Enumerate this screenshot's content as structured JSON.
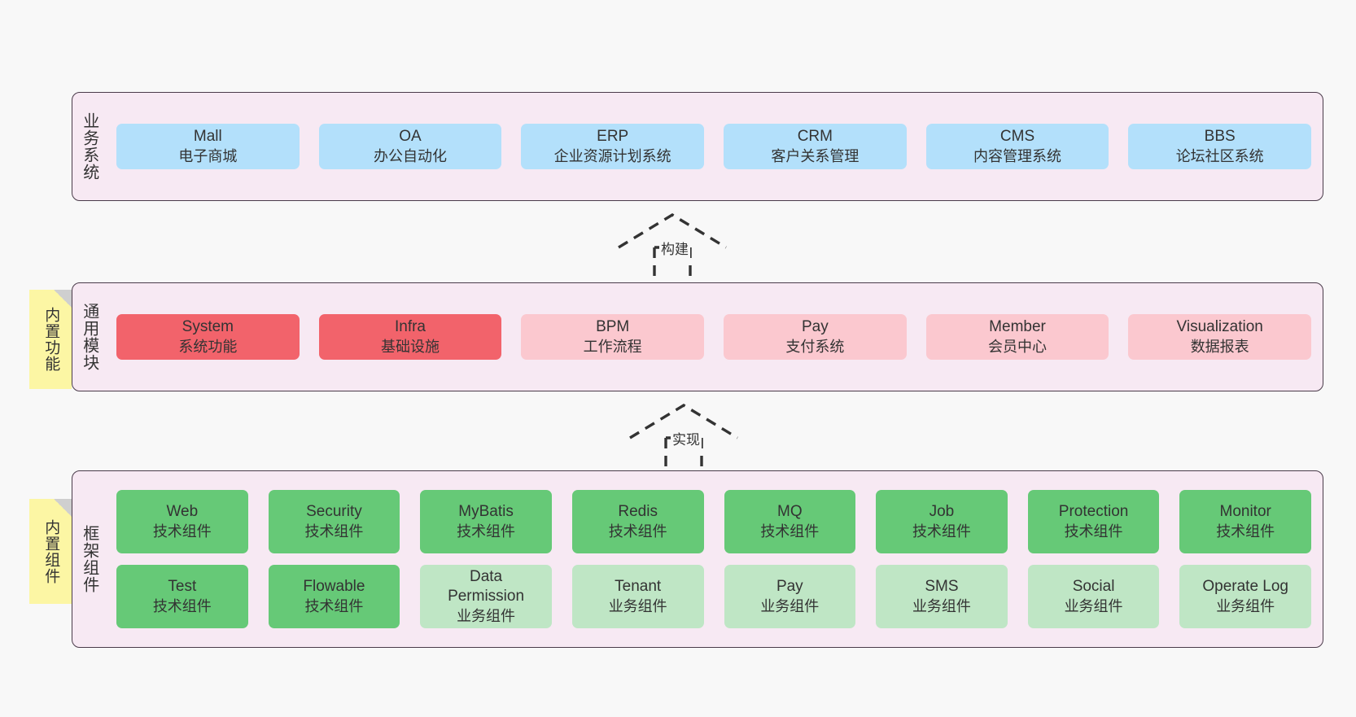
{
  "diagram": {
    "background": "#f8f8f8",
    "palette": {
      "band_fill": "#f7e9f3",
      "band_border": "#4a3b4a",
      "business_box": "#b3e0fb",
      "module_core": "#f2636b",
      "module_other": "#fbc8cf",
      "framework_tech": "#66c977",
      "framework_biz": "#bfe6c5",
      "note_fill": "#fcf6a4",
      "note_fold": "#cfcfcf"
    }
  },
  "layers": [
    {
      "id": "business",
      "title": "业务系统",
      "rows": [
        {
          "cells": [
            {
              "name": "Mall",
              "desc": "电子商城",
              "variant": "c-blue"
            },
            {
              "name": "OA",
              "desc": "办公自动化",
              "variant": "c-blue"
            },
            {
              "name": "ERP",
              "desc": "企业资源计划系统",
              "variant": "c-blue"
            },
            {
              "name": "CRM",
              "desc": "客户关系管理",
              "variant": "c-blue"
            },
            {
              "name": "CMS",
              "desc": "内容管理系统",
              "variant": "c-blue"
            },
            {
              "name": "BBS",
              "desc": "论坛社区系统",
              "variant": "c-blue"
            }
          ]
        }
      ]
    },
    {
      "id": "modules",
      "title": "通用模块",
      "rows": [
        {
          "cells": [
            {
              "name": "System",
              "desc": "系统功能",
              "variant": "c-red-strong"
            },
            {
              "name": "Infra",
              "desc": "基础设施",
              "variant": "c-red-strong"
            },
            {
              "name": "BPM",
              "desc": "工作流程",
              "variant": "c-red-light"
            },
            {
              "name": "Pay",
              "desc": "支付系统",
              "variant": "c-red-light"
            },
            {
              "name": "Member",
              "desc": "会员中心",
              "variant": "c-red-light"
            },
            {
              "name": "Visualization",
              "desc": "数据报表",
              "variant": "c-red-light"
            }
          ]
        }
      ]
    },
    {
      "id": "framework",
      "title": "框架组件",
      "rows": [
        {
          "cells": [
            {
              "name": "Web",
              "desc": "技术组件",
              "variant": "c-green-strong"
            },
            {
              "name": "Security",
              "desc": "技术组件",
              "variant": "c-green-strong"
            },
            {
              "name": "MyBatis",
              "desc": "技术组件",
              "variant": "c-green-strong"
            },
            {
              "name": "Redis",
              "desc": "技术组件",
              "variant": "c-green-strong"
            },
            {
              "name": "MQ",
              "desc": "技术组件",
              "variant": "c-green-strong"
            },
            {
              "name": "Job",
              "desc": "技术组件",
              "variant": "c-green-strong"
            },
            {
              "name": "Protection",
              "desc": "技术组件",
              "variant": "c-green-strong"
            },
            {
              "name": "Monitor",
              "desc": "技术组件",
              "variant": "c-green-strong"
            }
          ]
        },
        {
          "cells": [
            {
              "name": "Test",
              "desc": "技术组件",
              "variant": "c-green-strong"
            },
            {
              "name": "Flowable",
              "desc": "技术组件",
              "variant": "c-green-strong"
            },
            {
              "name": "Data Permission",
              "desc": "业务组件",
              "variant": "c-green-light"
            },
            {
              "name": "Tenant",
              "desc": "业务组件",
              "variant": "c-green-light"
            },
            {
              "name": "Pay",
              "desc": "业务组件",
              "variant": "c-green-light"
            },
            {
              "name": "SMS",
              "desc": "业务组件",
              "variant": "c-green-light"
            },
            {
              "name": "Social",
              "desc": "业务组件",
              "variant": "c-green-light"
            },
            {
              "name": "Operate Log",
              "desc": "业务组件",
              "variant": "c-green-light"
            }
          ]
        }
      ]
    }
  ],
  "notes": [
    {
      "id": "note-builtin-function",
      "text": "内置功能"
    },
    {
      "id": "note-builtin-component",
      "text": "内置组件"
    }
  ],
  "connectors": [
    {
      "id": "conn-build",
      "label": "构建",
      "from": "modules",
      "to": "business"
    },
    {
      "id": "conn-implement",
      "label": "实现",
      "from": "framework",
      "to": "modules"
    }
  ]
}
